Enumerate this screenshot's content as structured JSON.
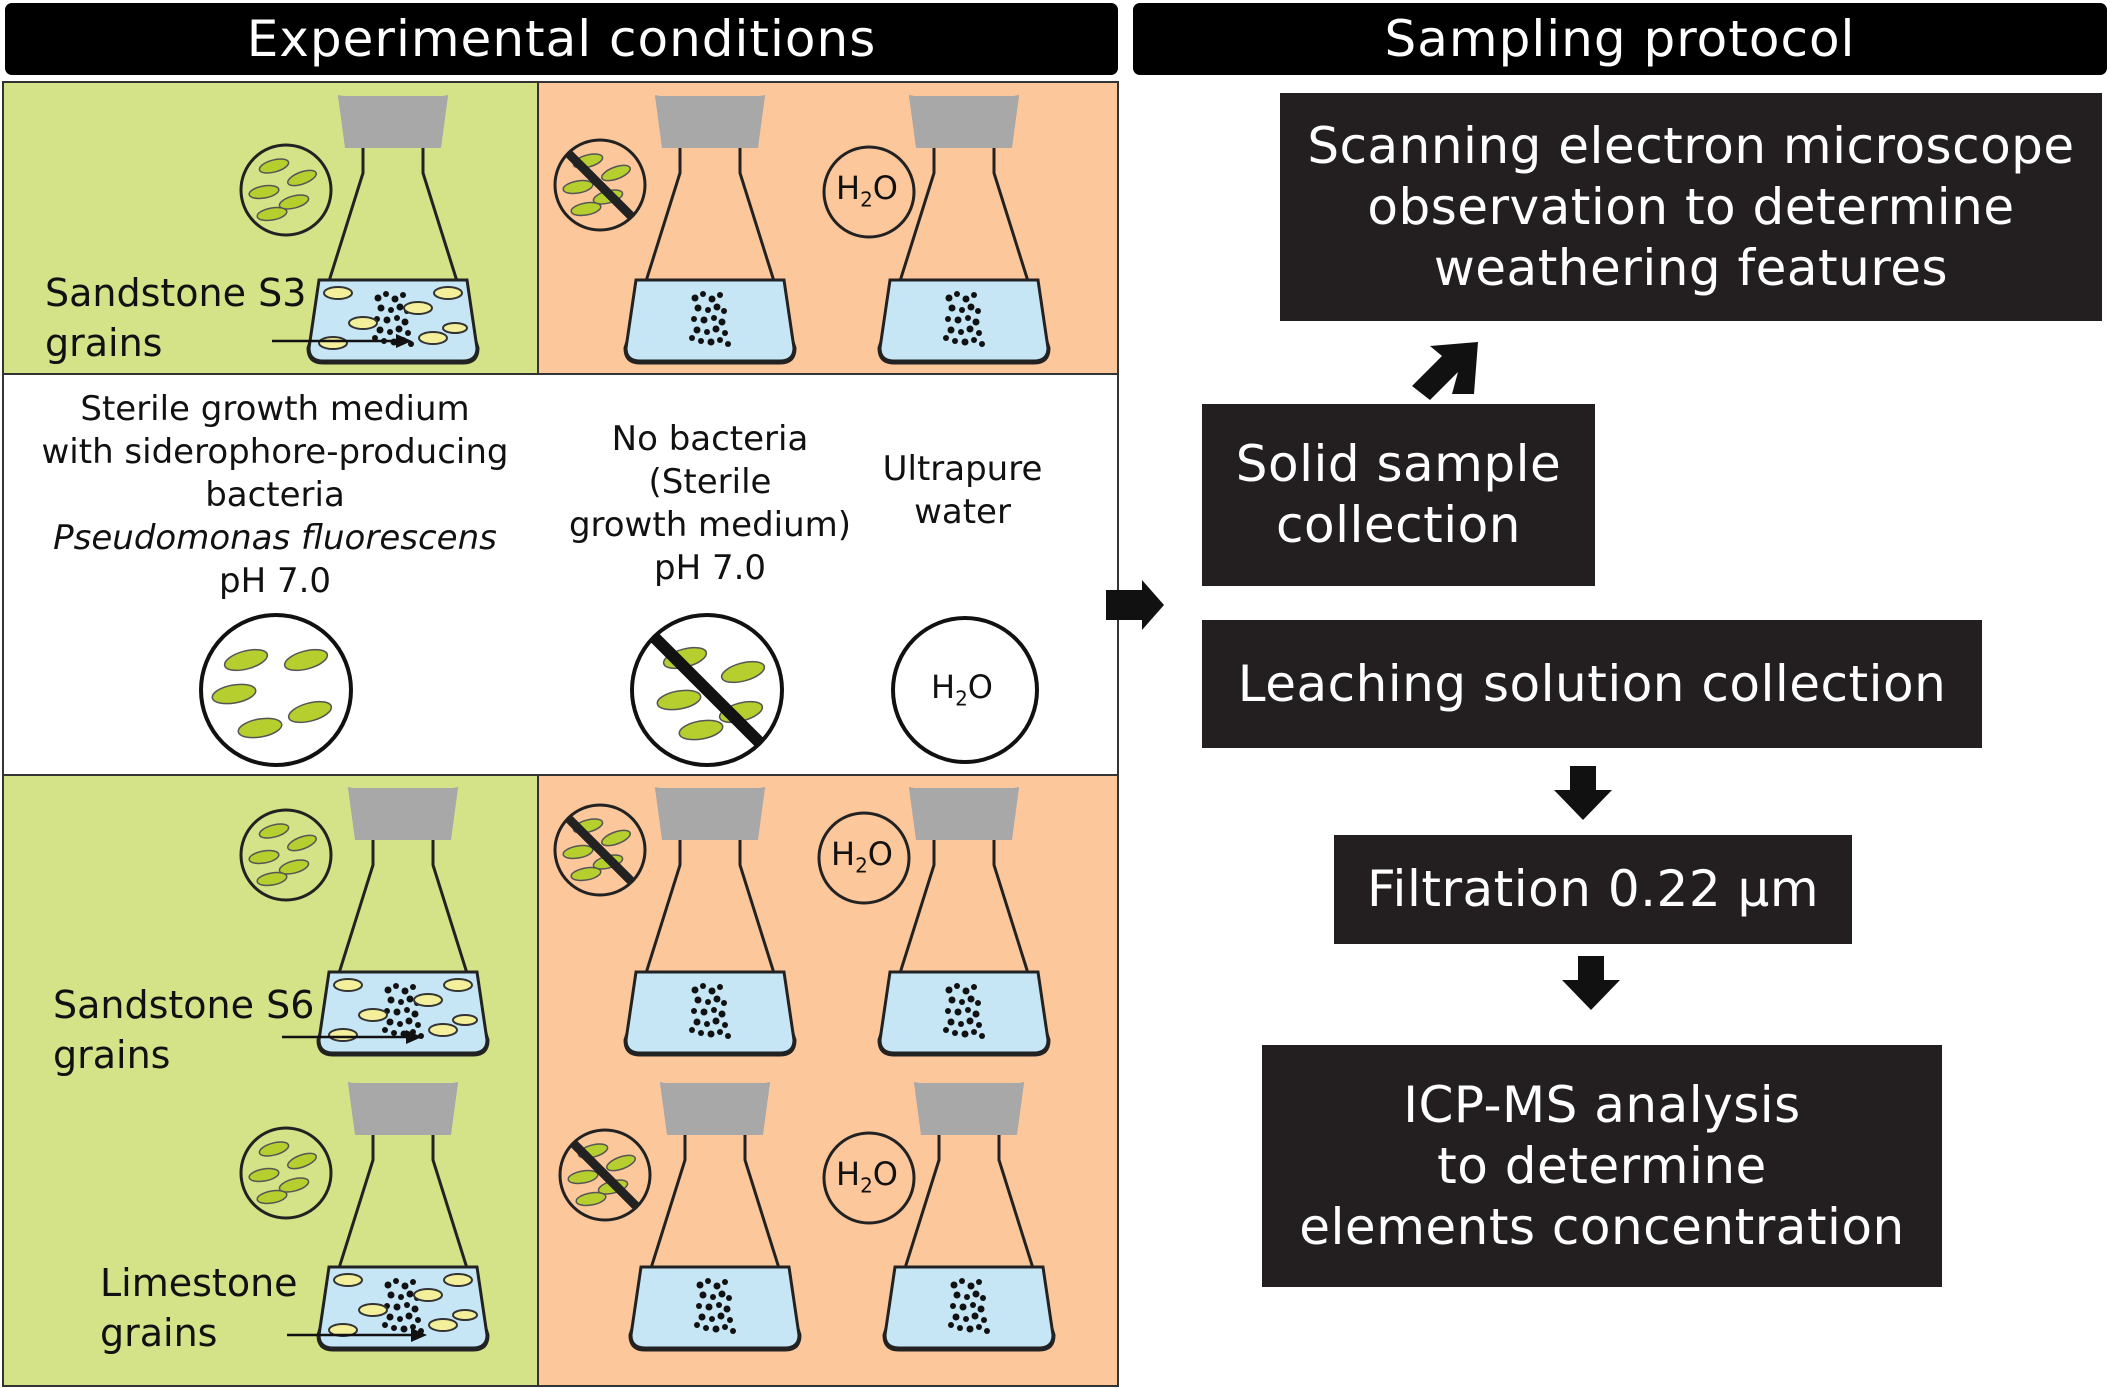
{
  "headers": {
    "left": "Experimental conditions",
    "right": "Sampling protocol"
  },
  "rows": {
    "top": {
      "label_line1": "Sandstone S3",
      "label_line2": "grains"
    },
    "mid_s6": {
      "label_line1": "Sandstone S6",
      "label_line2": "grains"
    },
    "bottom": {
      "label_line1": "Limestone",
      "label_line2": "grains"
    }
  },
  "legend": {
    "bacteria": {
      "line1": "Sterile growth medium",
      "line2": "with siderophore-producing",
      "line3": "bacteria",
      "line4": "Pseudomonas fluorescens",
      "line5": "pH 7.0"
    },
    "no_bacteria": {
      "line1": "No bacteria",
      "line2": "(Sterile",
      "line3": "growth medium)",
      "line4": "pH 7.0"
    },
    "water": {
      "line1": "Ultrapure",
      "line2": "water"
    }
  },
  "water_symbol": {
    "h": "H",
    "sub": "2",
    "o": "O"
  },
  "protocol": {
    "sem": [
      "Scanning electron microscope",
      "observation to determine",
      "weathering features"
    ],
    "solid": [
      "Solid sample",
      "collection"
    ],
    "leaching": "Leaching solution collection",
    "filtration": "Filtration 0.22 μm",
    "icp": [
      "ICP-MS analysis",
      "to determine",
      "elements concentration"
    ]
  },
  "colors": {
    "bacteria_panel": "#d4e388",
    "control_panel": "#fdc79c",
    "solution": "#c6e6f5",
    "bacteria_cell": "#b6cf2e",
    "stopper": "#a8a8a8",
    "box": "#231f20"
  },
  "icons": [
    "flask-icon",
    "bacteria-dish-icon",
    "no-bacteria-dish-icon",
    "water-dish-icon",
    "arrow-right-icon",
    "arrow-down-icon",
    "arrow-up-right-icon"
  ]
}
